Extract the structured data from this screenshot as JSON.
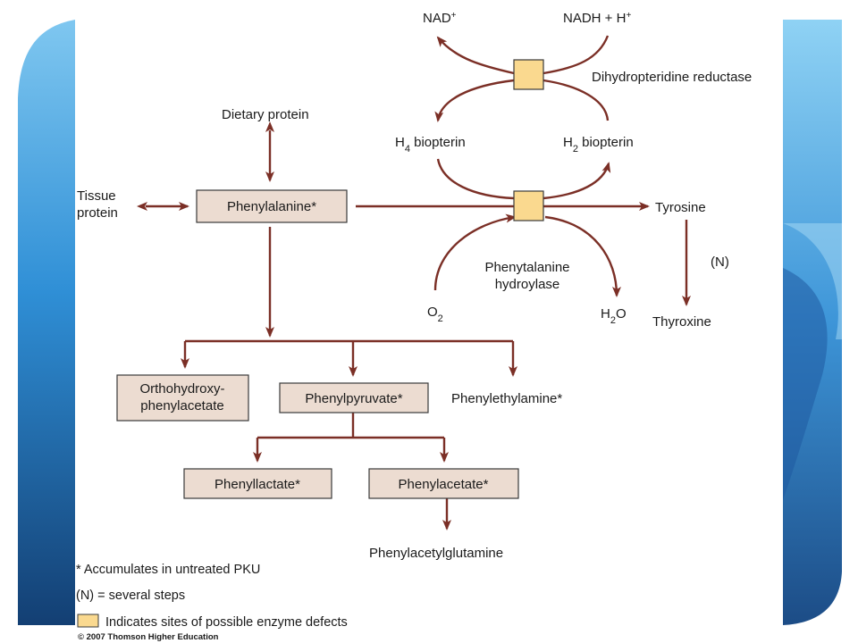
{
  "colors": {
    "arrow": "#7b2f26",
    "box_fill": "#ecdcd1",
    "box_stroke": "#3a3a3a",
    "enzyme_fill": "#fad98f",
    "panel_light": "#7fc7f0",
    "panel_mid": "#2f8fd6",
    "panel_dark": "#133f73"
  },
  "top": {
    "nad": "NAD",
    "nad_sup": "+",
    "nadh": "NADH + H",
    "nadh_sup": "+",
    "reductase": "Dihydropteridine reductase",
    "h4_main": "H",
    "h4_sub": "4",
    "h4_rest": " biopterin",
    "h2_main": "H",
    "h2_sub": "2",
    "h2_rest": " biopterin"
  },
  "nodes": {
    "dietary_protein": "Dietary protein",
    "tissue_line1": "Tissue",
    "tissue_line2": "protein",
    "phenylalanine": "Phenylalanine*",
    "tyrosine": "Tyrosine",
    "n_steps": "(N)",
    "thyroxine": "Thyroxine",
    "hydroxylase_line1": "Phenytalanine",
    "hydroxylase_line2": "hydroylase",
    "o2_main": "O",
    "o2_sub": "2",
    "h2o_h": "H",
    "h2o_sub": "2",
    "h2o_o": "O",
    "ortho_line1": "Orthohydroxy-",
    "ortho_line2": "phenylacetate",
    "phenylpyruvate": "Phenylpyruvate*",
    "phenylethylamine": "Phenylethylamine*",
    "phenyllactate": "Phenyllactate*",
    "phenylacetate": "Phenylacetate*",
    "phenylacetylglutamine": "Phenylacetylglutamine"
  },
  "legend": {
    "accumulates": "* Accumulates in untreated PKU",
    "several_steps": "(N) = several steps",
    "enzyme_defects": "Indicates sites of possible enzyme defects"
  },
  "copyright": "© 2007 Thomson Higher Education"
}
